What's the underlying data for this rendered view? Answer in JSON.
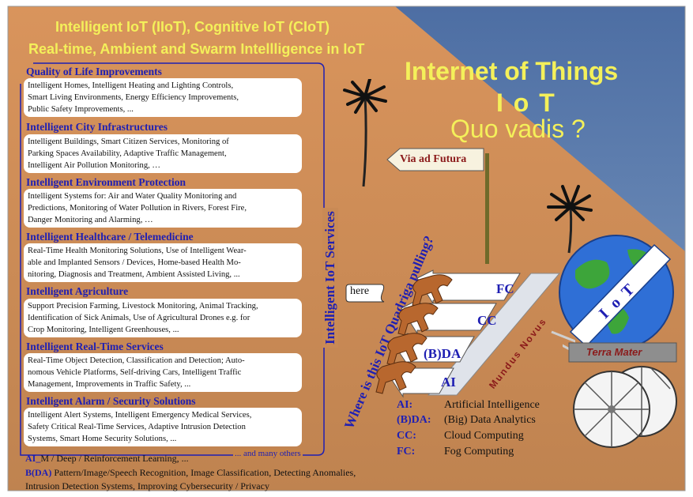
{
  "titles": {
    "line1": "Intelligent IoT (IIoT), Cognitive IoT (CIoT)",
    "line2": "Real-time, Ambient and Swarm Intellligence in IoT",
    "big1": "Internet of Things",
    "big2": "I o T",
    "big3": "Quo vadis ?"
  },
  "services": [
    {
      "title": "Quality of Life Improvements",
      "text": [
        "Intelligent  Homes, Intelligent Heating and Lighting Controls,",
        "Smart Living  Environments, Energy Efficiency Improvements,",
        "Public Safety Improvements, ..."
      ]
    },
    {
      "title": "Intelligent City Infrastructures",
      "text": [
        "Intelligent Buildings, Smart Citizen Services, Monitoring of",
        "Parking Spaces Availability, Adaptive Traffic Management,",
        "Intelligent Air Pollution Monitoring, …"
      ]
    },
    {
      "title": "Intelligent Environment Protection",
      "text": [
        "Intelligent Systems for: Air and Water Quality Monitoring and",
        "Predictions, Monitoring of Water Pollution in Rivers, Forest Fire,",
        "Danger Monitoring and Alarming, …"
      ]
    },
    {
      "title": "Intelligent Healthcare / Telemedicine",
      "text": [
        "Real-Time Health Monitoring Solutions, Use of Intelligent Wear-",
        "able and Implanted  Sensors / Devices, Home-based Health Mo-",
        "nitoring, Diagnosis and Treatment, Ambient Assisted Living, ..."
      ]
    },
    {
      "title": "Intelligent Agriculture",
      "text": [
        "Support Precision  Farming, Livestock Monitoring, Animal Tracking,",
        "Identification of Sick Animals, Use of Agricultural Drones e.g. for",
        "Crop Monitoring, Intelligent Greenhouses, ..."
      ]
    },
    {
      "title": "Intelligent Real-Time Services",
      "text": [
        "Real-Time Object Detection, Classification and Detection; Auto-",
        "nomous Vehicle Platforms, Self-driving Cars, Intelligent Traffic",
        "Management,  Improvements in Traffic Safety, ..."
      ]
    },
    {
      "title": "Intelligent Alarm / Security Solutions",
      "text": [
        "Intelligent Alert Systems, Intelligent Emergency Medical Services,",
        "Safety Critical Real-Time Services, Adaptive Intrusion Detection",
        "Systems, Smart Home Security Solutions, ..."
      ]
    }
  ],
  "vertical_label": "Intelligent IoT Services",
  "many_others": "... and many others",
  "question": "Where is this IoT Quadriga pulling?",
  "footer": [
    {
      "key": "AI_",
      "text": "M / Deep / Reinforcement Learning, ..."
    },
    {
      "key": "B(DA)",
      "text": " Pattern/Image/Speech Recognition, Image Classification, Detecting Anomalies,"
    },
    {
      "key": "",
      "text": "Intrusion Detection Systems, Improving Cybersecurity / Privacy"
    }
  ],
  "sign": "Via ad Futura",
  "here": "here",
  "arrows": [
    "FC",
    "CC",
    "(B)DA",
    "AI"
  ],
  "bar_text": "Mundus Novus",
  "globe_text": "I o T",
  "terra_mater": "Terra Mater",
  "legend": [
    {
      "key": "AI:",
      "value": "Artificial Intelligence"
    },
    {
      "key": "(B)DA:",
      "value": "(Big) Data Analytics"
    },
    {
      "key": "CC:",
      "value": "Cloud Computing"
    },
    {
      "key": "FC:",
      "value": "Fog Computing"
    }
  ],
  "colors": {
    "sky": "#5b79a8",
    "sand": "#c98a55",
    "accent_yellow": "#f4f05a",
    "accent_blue": "#1f1fb3",
    "sign_red": "#8b1a1a"
  }
}
